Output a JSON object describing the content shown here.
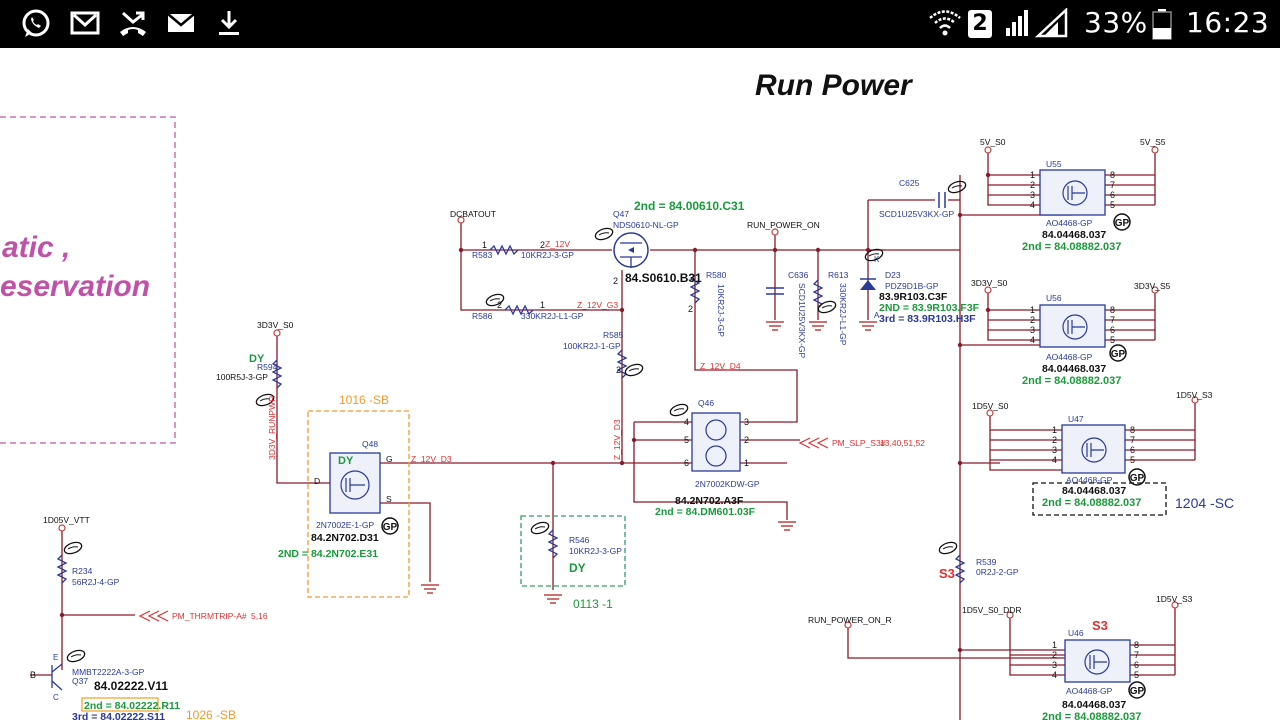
{
  "status_bar": {
    "icons": [
      "whatsapp-icon",
      "gmail-icon",
      "missed-call-icon",
      "email-icon",
      "download-icon",
      "wifi-icon",
      "sim-2-icon",
      "signal-icon"
    ],
    "sim_label": "2",
    "battery_percent": "33%",
    "time": "16:23"
  },
  "colors": {
    "net_red": "#e03030",
    "part_blue": "#2a3a9a",
    "green": "#1a9a3a",
    "orange": "#f09a30",
    "pink": "#d060b0",
    "wire": "#8a1a2a"
  },
  "schematic": {
    "title": "Run Power",
    "left_note": [
      "atic ,",
      "eservation"
    ],
    "nets": {
      "dcbatout": "DCBATOUT",
      "v3d3_s0_left": "3D3V_S0",
      "run_power_on": "RUN_POWER_ON",
      "run_power_on_r": "RUN_POWER_ON_R",
      "v5_s0": "5V_S0",
      "v5_s5": "5V_S5",
      "v3d3_s0": "3D3V_S0",
      "v3d3_s5": "3D3V_S5",
      "v1d5_s0": "1D5V_S0",
      "v1d5_s3_a": "1D5V_S3",
      "v1d5_s0_ddr": "1D5V_S0_DDR",
      "v1d5_s3_b": "1D5V_S3",
      "v1d05_vtt": "1D05V_VTT",
      "z_12v_a": "Z_12V",
      "z_12v_g3": "Z_12V_G3",
      "z_12v_d4": "Z_12V_D4",
      "z_12v_d3_h": "Z_12V_D3",
      "z_12v_d3_v": "Z_12V_D3",
      "runpwr_v": "3D3V_RUNPWR",
      "pm_slp": "PM_SLP_S3#",
      "pm_slp_pages": "13,40,51,52",
      "pm_thrm": "PM_THRMTRIP-A#",
      "pm_thrm_pages": "5,16"
    },
    "parts": {
      "q47": {
        "ref": "Q47",
        "name": "NDS0610-NL-GP",
        "alt": "2nd = 84.00610.C31",
        "pn": "84.S0610.B31"
      },
      "r583": {
        "ref": "R583",
        "val": "10KR2J-3-GP"
      },
      "r586": {
        "ref": "R586",
        "val": "330KR2J-L1-GP"
      },
      "r580": {
        "ref": "R580",
        "val": "10KR2J-3-GP"
      },
      "r585": {
        "ref": "R585",
        "val": "100KR2J-1-GP"
      },
      "c636": {
        "ref": "C636",
        "val": "SCD1U25V3KX-GP"
      },
      "r613": {
        "ref": "R613",
        "val": "330KR2J-L1-GP"
      },
      "d23": {
        "ref": "D23",
        "name": "PDZ9D1B-GP",
        "pn": "83.9R103.C3F",
        "alt2": "2ND = 83.9R103.F3F",
        "alt3": "3rd = 83.9R103.H3F",
        "k": "K",
        "a": "A"
      },
      "c625": {
        "ref": "C625",
        "val": "SCD1U25V3KX-GP"
      },
      "u55": {
        "ref": "U55",
        "name": "AO4468-GP",
        "pn": "84.04468.037",
        "alt": "2nd = 84.08882.037"
      },
      "u56": {
        "ref": "U56",
        "name": "AO4468-GP",
        "pn": "84.04468.037",
        "alt": "2nd = 84.08882.037"
      },
      "u47": {
        "ref": "U47",
        "name": "AO4468-GP",
        "pn": "84.04468.037",
        "alt": "2nd = 84.08882.037"
      },
      "u46": {
        "ref": "U46",
        "name": "AO4468-GP",
        "pn": "84.04468.037",
        "alt": "2nd = 84.08882.037"
      },
      "q46": {
        "ref": "Q46",
        "name": "2N7002KDW-GP",
        "pn": "84.2N702.A3F",
        "alt": "2nd = 84.DM601.03F"
      },
      "q48": {
        "ref": "Q48",
        "name": "2N7002E-1-GP",
        "pn": "84.2N702.D31",
        "alt": "2ND = 84.2N702.E31",
        "dy": "DY",
        "g": "G",
        "d": "D",
        "s": "S"
      },
      "r594": {
        "ref": "R594",
        "val": "100R5J-3-GP",
        "dy": "DY"
      },
      "r546": {
        "ref": "R546",
        "val": "10KR2J-3-GP",
        "dy": "DY"
      },
      "r539": {
        "ref": "R539",
        "val": "0R2J-2-GP",
        "s3": "S3"
      },
      "r234": {
        "ref": "R234",
        "val": "56R2J-4-GP"
      },
      "q37": {
        "ref": "Q37",
        "name": "MMBT2222A-3-GP",
        "pn": "84.02222.V11",
        "alt": "2nd = 84.02222.R11",
        "alt3": "3rd = 84.02222.S11",
        "b": "B",
        "e": "E",
        "c": "C"
      }
    },
    "gp": "GP",
    "notes": {
      "n1016_sb_top": "1016 -SB",
      "n1016_sb_bottom": "1026 -SB",
      "n0113": "0113 -1",
      "n1204_sc": "1204 -SC",
      "s3_u46": "S3"
    }
  }
}
